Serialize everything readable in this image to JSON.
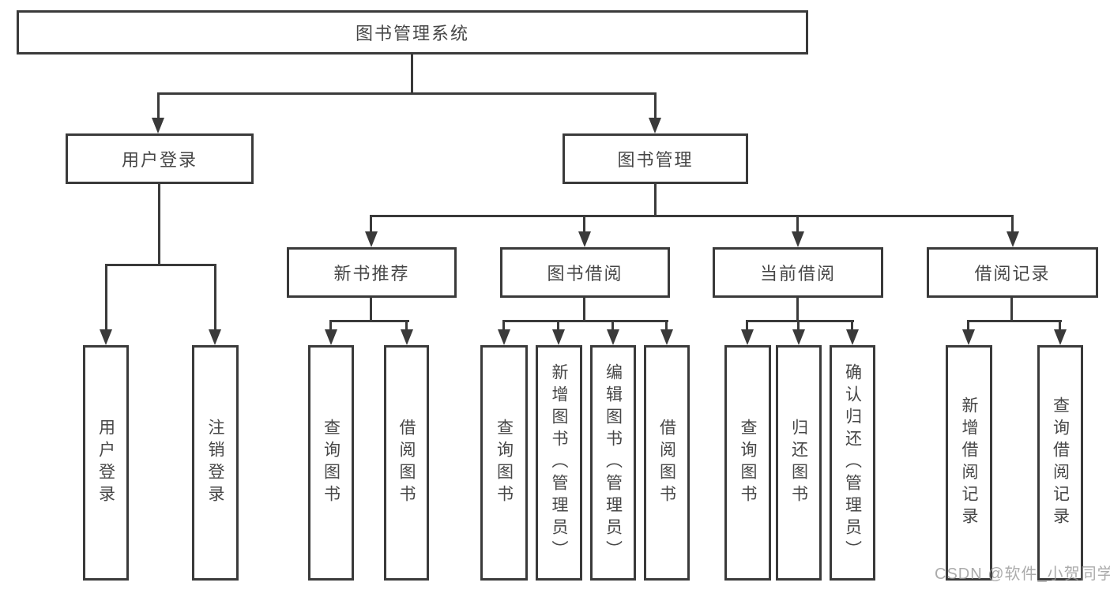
{
  "tree": {
    "label": "图书管理系统",
    "children": [
      {
        "label": "用户登录",
        "children": [
          {
            "label": "用户登录"
          },
          {
            "label": "注销登录"
          }
        ]
      },
      {
        "label": "图书管理",
        "children": [
          {
            "label": "新书推荐",
            "children": [
              {
                "label": "查询图书"
              },
              {
                "label": "借阅图书"
              }
            ]
          },
          {
            "label": "图书借阅",
            "children": [
              {
                "label": "查询图书"
              },
              {
                "label": "新增图书（管理员）"
              },
              {
                "label": "编辑图书（管理员）"
              },
              {
                "label": "借阅图书"
              }
            ]
          },
          {
            "label": "当前借阅",
            "children": [
              {
                "label": "查询图书"
              },
              {
                "label": "归还图书"
              },
              {
                "label": "确认归还（管理员）"
              }
            ]
          },
          {
            "label": "借阅记录",
            "children": [
              {
                "label": "新增借阅记录"
              },
              {
                "label": "查询借阅记录"
              }
            ]
          }
        ]
      }
    ]
  },
  "watermark": "CSDN @软件_小贺同学",
  "colors": {
    "line": "#3a3a3a",
    "text": "#474747",
    "background": "#ffffff"
  }
}
